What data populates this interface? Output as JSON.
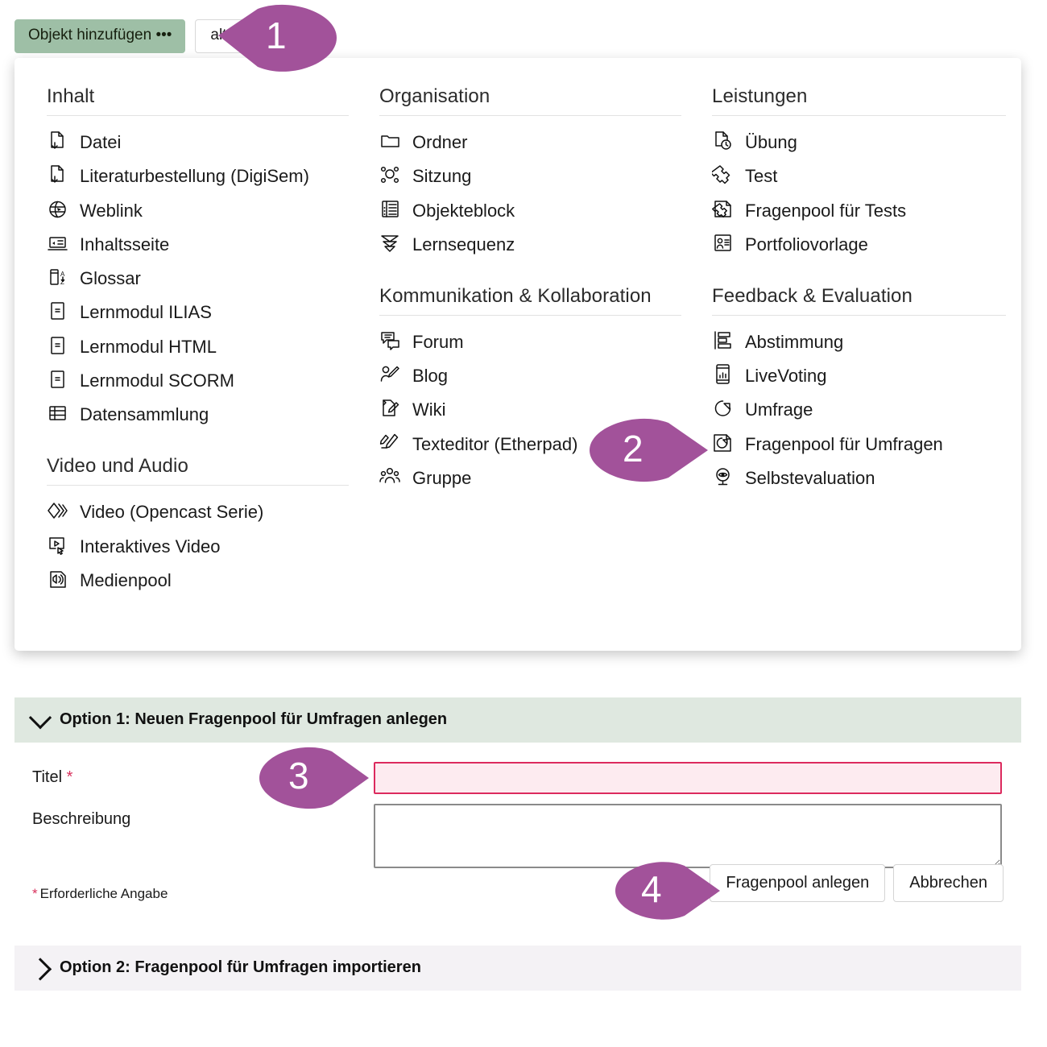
{
  "toolbar": {
    "add_object_button": "Objekt hinzufügen •••",
    "secondary_button": "alten"
  },
  "accent_colors": {
    "callout_purple": "#a2529a",
    "add_button_green": "#9ebfa6",
    "accordion_open_green": "#dfe8e0",
    "accordion_closed_grey": "#f4f2f5",
    "required_crimson": "#dc2a5e",
    "required_field_fill": "#fdebf0"
  },
  "panel": {
    "groups": [
      {
        "column": 1,
        "title": "Inhalt",
        "items": [
          {
            "label": "Datei",
            "icon": "file-download-icon"
          },
          {
            "label": "Literaturbestellung (DigiSem)",
            "icon": "file-download-icon"
          },
          {
            "label": "Weblink",
            "icon": "globe-link-icon"
          },
          {
            "label": "Inhaltsseite",
            "icon": "content-page-icon"
          },
          {
            "label": "Glossar",
            "icon": "glossary-az-icon"
          },
          {
            "label": "Lernmodul ILIAS",
            "icon": "learning-module-icon"
          },
          {
            "label": "Lernmodul HTML",
            "icon": "learning-module-icon"
          },
          {
            "label": "Lernmodul SCORM",
            "icon": "learning-module-icon"
          },
          {
            "label": "Datensammlung",
            "icon": "data-table-icon"
          }
        ]
      },
      {
        "column": 1,
        "title": "Video und Audio",
        "items": [
          {
            "label": "Video (Opencast Serie)",
            "icon": "video-series-icon"
          },
          {
            "label": "Interaktives Video",
            "icon": "interactive-video-icon"
          },
          {
            "label": "Medienpool",
            "icon": "media-pool-icon"
          }
        ]
      },
      {
        "column": 2,
        "title": "Organisation",
        "items": [
          {
            "label": "Ordner",
            "icon": "folder-icon"
          },
          {
            "label": "Sitzung",
            "icon": "session-nodes-icon"
          },
          {
            "label": "Objekteblock",
            "icon": "object-block-icon"
          },
          {
            "label": "Lernsequenz",
            "icon": "learning-sequence-icon"
          }
        ]
      },
      {
        "column": 2,
        "title": "Kommunikation & Kollaboration",
        "items": [
          {
            "label": "Forum",
            "icon": "forum-icon"
          },
          {
            "label": "Blog",
            "icon": "blog-icon"
          },
          {
            "label": "Wiki",
            "icon": "wiki-icon"
          },
          {
            "label": "Texteditor (Etherpad)",
            "icon": "etherpad-icon"
          },
          {
            "label": "Gruppe",
            "icon": "group-icon"
          }
        ]
      },
      {
        "column": 3,
        "title": "Leistungen",
        "items": [
          {
            "label": "Übung",
            "icon": "exercise-clock-icon"
          },
          {
            "label": "Test",
            "icon": "test-puzzle-icon"
          },
          {
            "label": "Fragenpool für Tests",
            "icon": "test-question-pool-icon"
          },
          {
            "label": "Portfoliovorlage",
            "icon": "portfolio-template-icon"
          }
        ]
      },
      {
        "column": 3,
        "title": "Feedback & Evaluation",
        "items": [
          {
            "label": "Abstimmung",
            "icon": "poll-bars-icon"
          },
          {
            "label": "LiveVoting",
            "icon": "livevoting-phone-icon"
          },
          {
            "label": "Umfrage",
            "icon": "survey-pie-icon"
          },
          {
            "label": "Fragenpool für Umfragen",
            "icon": "survey-question-pool-icon"
          },
          {
            "label": "Selbstevaluation",
            "icon": "self-evaluation-eye-icon"
          }
        ]
      }
    ]
  },
  "form": {
    "option1_header": "Option 1: Neuen Fragenpool für Umfragen anlegen",
    "option2_header": "Option 2: Fragenpool für Umfragen importieren",
    "title_label": "Titel",
    "title_value": "",
    "title_placeholder": "",
    "description_label": "Beschreibung",
    "description_value": "",
    "required_marker": "*",
    "required_hint": "Erforderliche Angabe",
    "submit_label": "Fragenpool anlegen",
    "cancel_label": "Abbrechen"
  },
  "callouts": [
    {
      "number": "1",
      "target": "add-object-button"
    },
    {
      "number": "2",
      "target": "survey-question-pool-item"
    },
    {
      "number": "3",
      "target": "title-input"
    },
    {
      "number": "4",
      "target": "submit-button"
    }
  ]
}
